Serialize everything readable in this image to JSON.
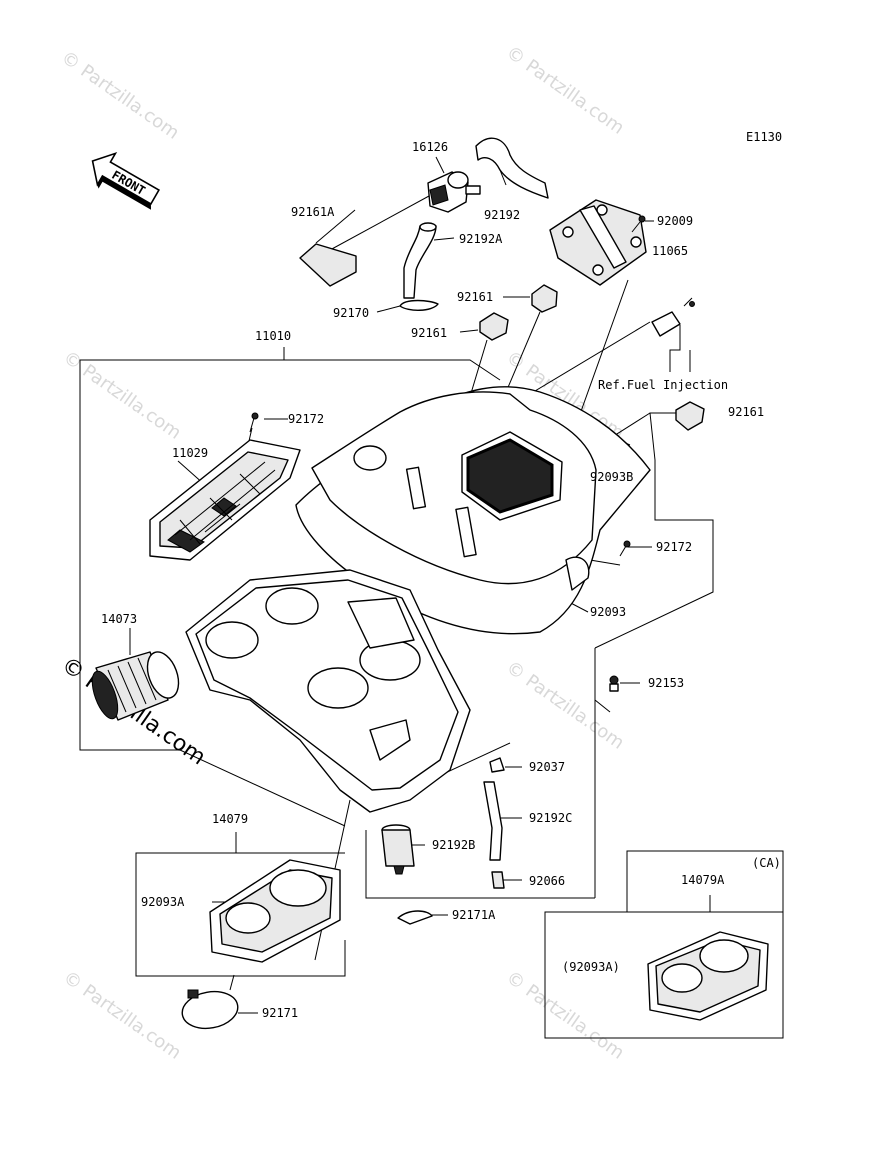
{
  "diagram_code": "E1130",
  "front_label": "FRONT",
  "watermark": "© Partzilla.com",
  "ref_note": "Ref.Fuel Injection",
  "ca_label": "(CA)",
  "parts": {
    "p16126": "16126",
    "p92161A": "92161A",
    "p92192": "92192",
    "p92009": "92009",
    "p92192A": "92192A",
    "p11065": "11065",
    "p92161_top": "92161",
    "p92170": "92170",
    "p92161_mid": "92161",
    "p11010": "11010",
    "p92161_right": "92161",
    "p92172_top": "92172",
    "p11029": "11029",
    "p92093B": "92093B",
    "p92172_right": "92172",
    "p14073": "14073",
    "p92093": "92093",
    "p92153": "92153",
    "p92037": "92037",
    "p14079": "14079",
    "p92192C": "92192C",
    "p92192B": "92192B",
    "p92066": "92066",
    "p14079A": "14079A",
    "p92093A": "92093A",
    "p92171A": "92171A",
    "p92093A_ca": "(92093A)",
    "p92171": "92171"
  }
}
